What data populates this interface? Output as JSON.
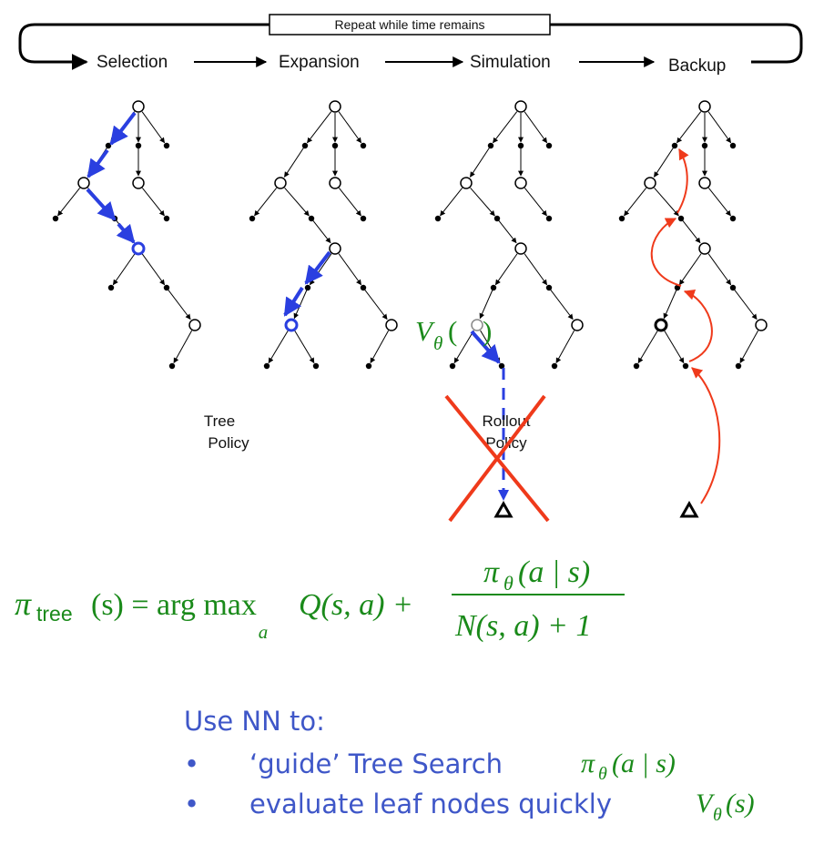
{
  "header": {
    "loop_label": "Repeat while time remains",
    "steps": [
      "Selection",
      "Expansion",
      "Simulation",
      "Backup"
    ]
  },
  "labels": {
    "tree_policy_line1": "Tree",
    "tree_policy_line2": "Policy",
    "rollout_policy_line1": "Rollout",
    "rollout_policy_line2": "Policy",
    "value_symbol": "V",
    "value_sub": "θ",
    "value_paren": "(",
    "value_paren_close": ")"
  },
  "formula": {
    "pi": "π",
    "tree_sub": "tree",
    "lhs_arg": "(s) = arg max",
    "argmax_under": "a",
    "q_term": "Q(s, a) +",
    "numerator": "π",
    "numerator_sub": "θ",
    "numerator_arg": "(a | s)",
    "denominator": "N(s, a) + 1"
  },
  "notes": {
    "heading": "Use NN to:",
    "items": [
      {
        "bullet": "•",
        "text": "‘guide’ Tree Search",
        "math": "π",
        "math_sub": "θ",
        "math_arg": "(a | s)"
      },
      {
        "bullet": "•",
        "text": "evaluate leaf nodes quickly",
        "math": "V",
        "math_sub": "θ",
        "math_arg": "(s)"
      }
    ]
  },
  "colors": {
    "selection_blue": "#2a3fe0",
    "backup_red": "#ef3a1b",
    "cross_red": "#ef3a1b",
    "math_green": "#1a8a1a",
    "text_blue": "#3f57c8"
  }
}
